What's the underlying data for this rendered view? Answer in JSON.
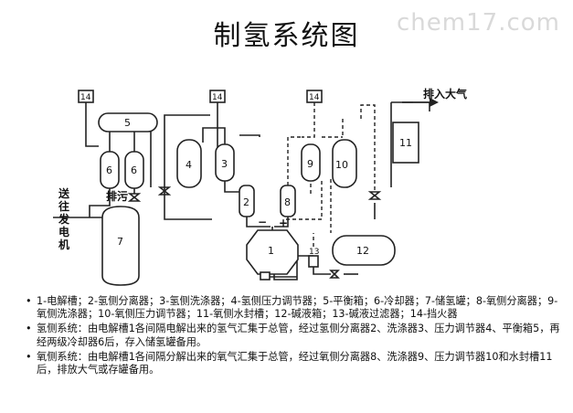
{
  "title": "制氢系统图",
  "watermark": "chem17.com",
  "diagram": {
    "labels": {
      "exhaust": "排入大气",
      "drain": "排污",
      "send_to_gen": [
        "送",
        "往",
        "发",
        "电",
        "机"
      ],
      "plus": "+",
      "minus": "−"
    },
    "equipment": {
      "e1": "1",
      "e2": "2",
      "e3": "3",
      "e4": "4",
      "e5": "5",
      "e6a": "6",
      "e6b": "6",
      "e7": "7",
      "e8": "8",
      "e9": "9",
      "e10": "10",
      "e11": "11",
      "e12": "12",
      "e13": "13",
      "e14a": "14",
      "e14b": "14",
      "e14c": "14"
    }
  },
  "notes": [
    "1-电解槽；2-氢侧分离器；3-氢侧洗涤器；4-氢侧压力调节器；5-平衡箱；6-冷却器；7-储氢罐；8-氧侧分离器；9-氧侧洗涤器；10-氧侧压力调节器；11-氧侧水封槽；12-碱液箱；13-碱液过滤器；14-挡火器",
    "氢侧系统：由电解槽1各间隔电解出来的氢气汇集于总管，经过氢侧分离器2、洗涤器3、压力调节器4、平衡箱5，再经两级冷却器6后，存入储氢罐备用。",
    "氧侧系统：由电解槽1各间隔分解出来的氧气汇集于总管，经过氧侧分离器8、洗涤器9、压力调节器10和水封槽11后，排放大气或存罐备用。"
  ]
}
